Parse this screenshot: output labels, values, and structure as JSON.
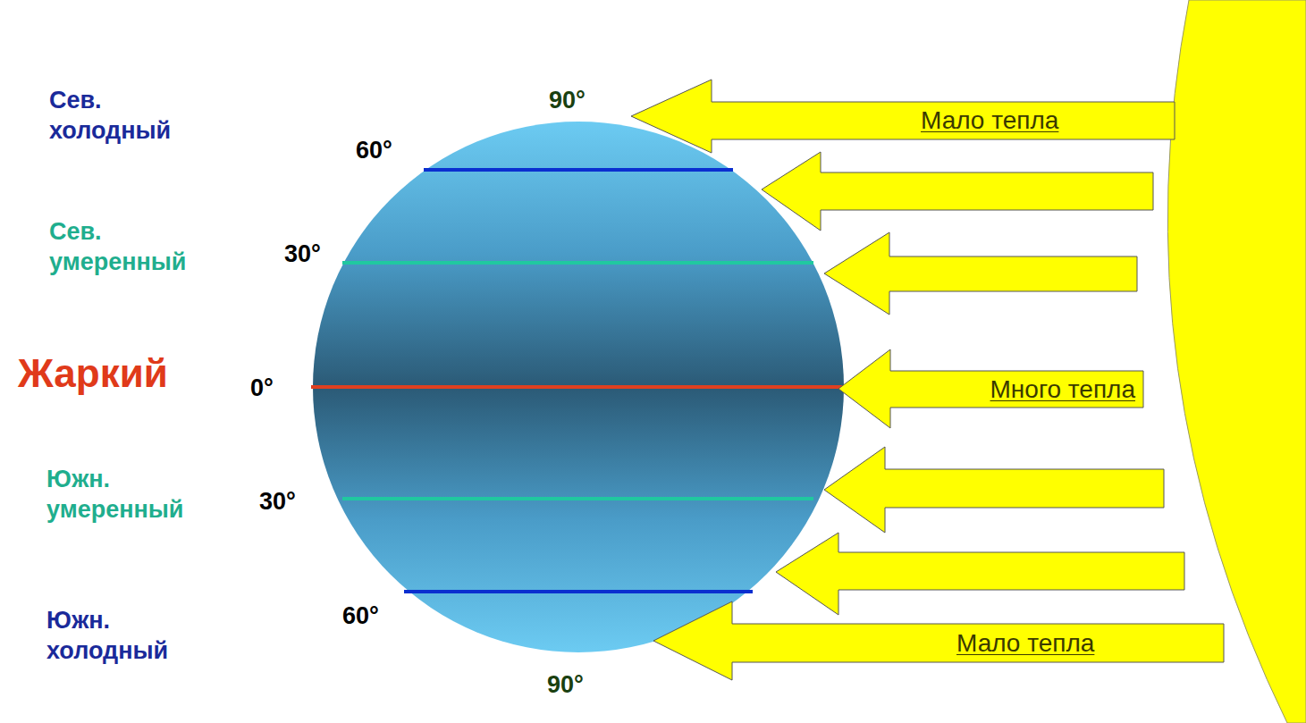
{
  "diagram": {
    "nodes": [
      {
        "text": [
          "Мало тепла"
        ]
      },
      {
        "text": [
          "Много тепла"
        ]
      },
      {
        "text": [
          "Мало тепла"
        ]
      }
    ],
    "labels": [
      "Сев. холодный",
      "90°",
      "60°",
      "Сев. умеренный",
      "30°",
      "Жаркий",
      "0°",
      "Южн. умеренный",
      "30°",
      "Южн. холодный",
      "60°",
      "90°"
    ]
  }
}
